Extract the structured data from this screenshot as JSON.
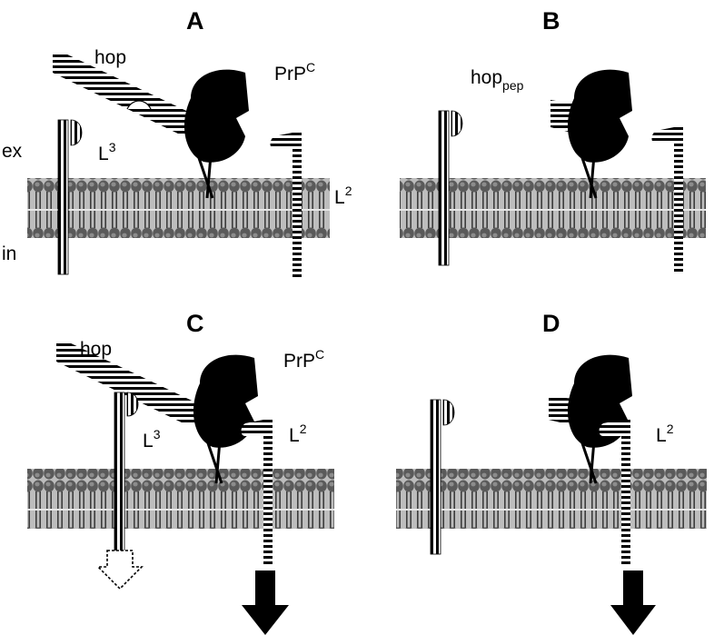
{
  "panels": {
    "A": {
      "panel_label": "A",
      "hop_label": "hop",
      "prp_label": "PrP",
      "prp_sup": "C",
      "l3_label": "L",
      "l3_sup": "3",
      "l2_label": "L",
      "l2_sup": "2",
      "ex_label": "ex",
      "in_label": "in"
    },
    "B": {
      "panel_label": "B",
      "hop_label": "hop",
      "hop_sub": "pep"
    },
    "C": {
      "panel_label": "C",
      "hop_label": "hop",
      "prp_label": "PrP",
      "prp_sup": "C",
      "l3_label": "L",
      "l3_sup": "3",
      "l2_label": "L",
      "l2_sup": "2"
    },
    "D": {
      "panel_label": "D",
      "l2_label": "L",
      "l2_sup": "2"
    }
  }
}
